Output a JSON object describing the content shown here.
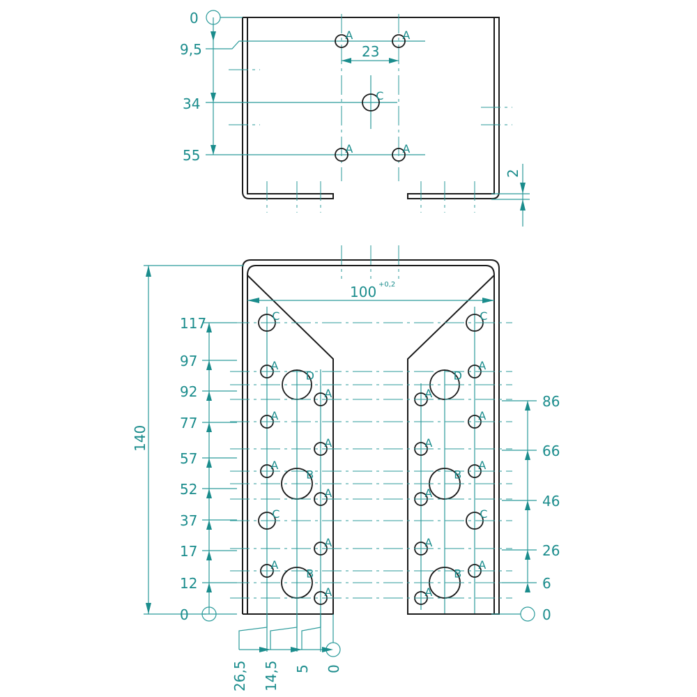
{
  "top_view": {
    "datum": "0",
    "y_labels": [
      "9,5",
      "34",
      "55"
    ],
    "spacing_label": "23",
    "thickness_label": "2",
    "hole_labels": [
      "A",
      "A",
      "C",
      "A",
      "A"
    ]
  },
  "bottom_view": {
    "height_label": "140",
    "width_label": "100",
    "width_tolerance": "+0,2",
    "left_y_labels": [
      "117",
      "97",
      "92",
      "77",
      "57",
      "52",
      "37",
      "17",
      "12",
      "0"
    ],
    "right_y_labels": [
      "86",
      "66",
      "46",
      "26",
      "6",
      "0"
    ],
    "x_labels": [
      "26,5",
      "14,5",
      "5",
      "0"
    ],
    "left_hole_labels": [
      "C",
      "A",
      "D",
      "A",
      "A",
      "A",
      "A",
      "B",
      "A",
      "C",
      "A",
      "A",
      "B",
      "A"
    ],
    "right_hole_labels": [
      "C",
      "A",
      "D",
      "A",
      "A",
      "A",
      "A",
      "B",
      "A",
      "C",
      "A",
      "A",
      "B",
      "A"
    ]
  },
  "colors": {
    "dimension": "#1a8c8c",
    "outline": "#1a1a1a"
  }
}
